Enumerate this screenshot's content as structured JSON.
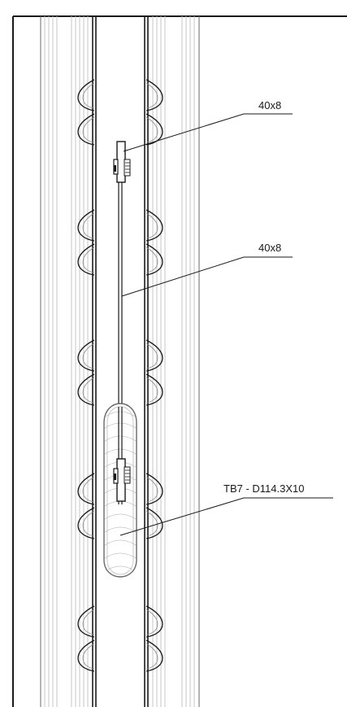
{
  "drawing": {
    "callouts": [
      {
        "label": "40x8"
      },
      {
        "label": "40x8"
      },
      {
        "label": "TB7 - D114.3X10"
      }
    ],
    "colors": {
      "line": "#1a1a1a",
      "line_light": "#8a8a8a",
      "line_faint": "#c4c4c4",
      "background": "#ffffff"
    }
  }
}
